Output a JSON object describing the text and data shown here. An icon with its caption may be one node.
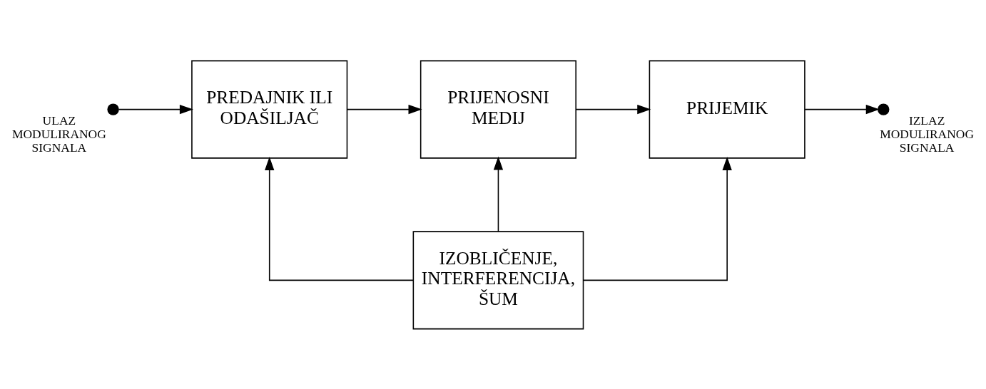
{
  "diagram": {
    "nodes": [
      {
        "text": [],
        "shape": "circle",
        "beside": [
          "ULAZ MODULIRANOG SIGNALA"
        ]
      },
      {
        "text": [
          "PREDAJNIK ILI ODAŠILJAČ"
        ]
      },
      {
        "text": [
          "PRIJENOSNI MEDIJ"
        ]
      },
      {
        "text": [
          "PRIJEMIK"
        ]
      },
      {
        "text": [],
        "shape": "circle",
        "beside": [
          "IZLAZ MODULIRANOG SIGNALA"
        ]
      },
      {
        "text": [
          "IZOBLIČENJE, INTERFERENCIJA, ŠUM"
        ]
      }
    ],
    "edges": [
      {
        "from": 0,
        "to": 1,
        "arrow": "to"
      },
      {
        "from": 1,
        "to": 2,
        "arrow": "to"
      },
      {
        "from": 2,
        "to": 3,
        "arrow": "to"
      },
      {
        "from": 3,
        "to": 4,
        "arrow": "to"
      },
      {
        "from": 5,
        "to": 1,
        "arrow": "to"
      },
      {
        "from": 5,
        "to": 2,
        "arrow": "to"
      },
      {
        "from": 5,
        "to": 3,
        "arrow": "to"
      }
    ]
  }
}
